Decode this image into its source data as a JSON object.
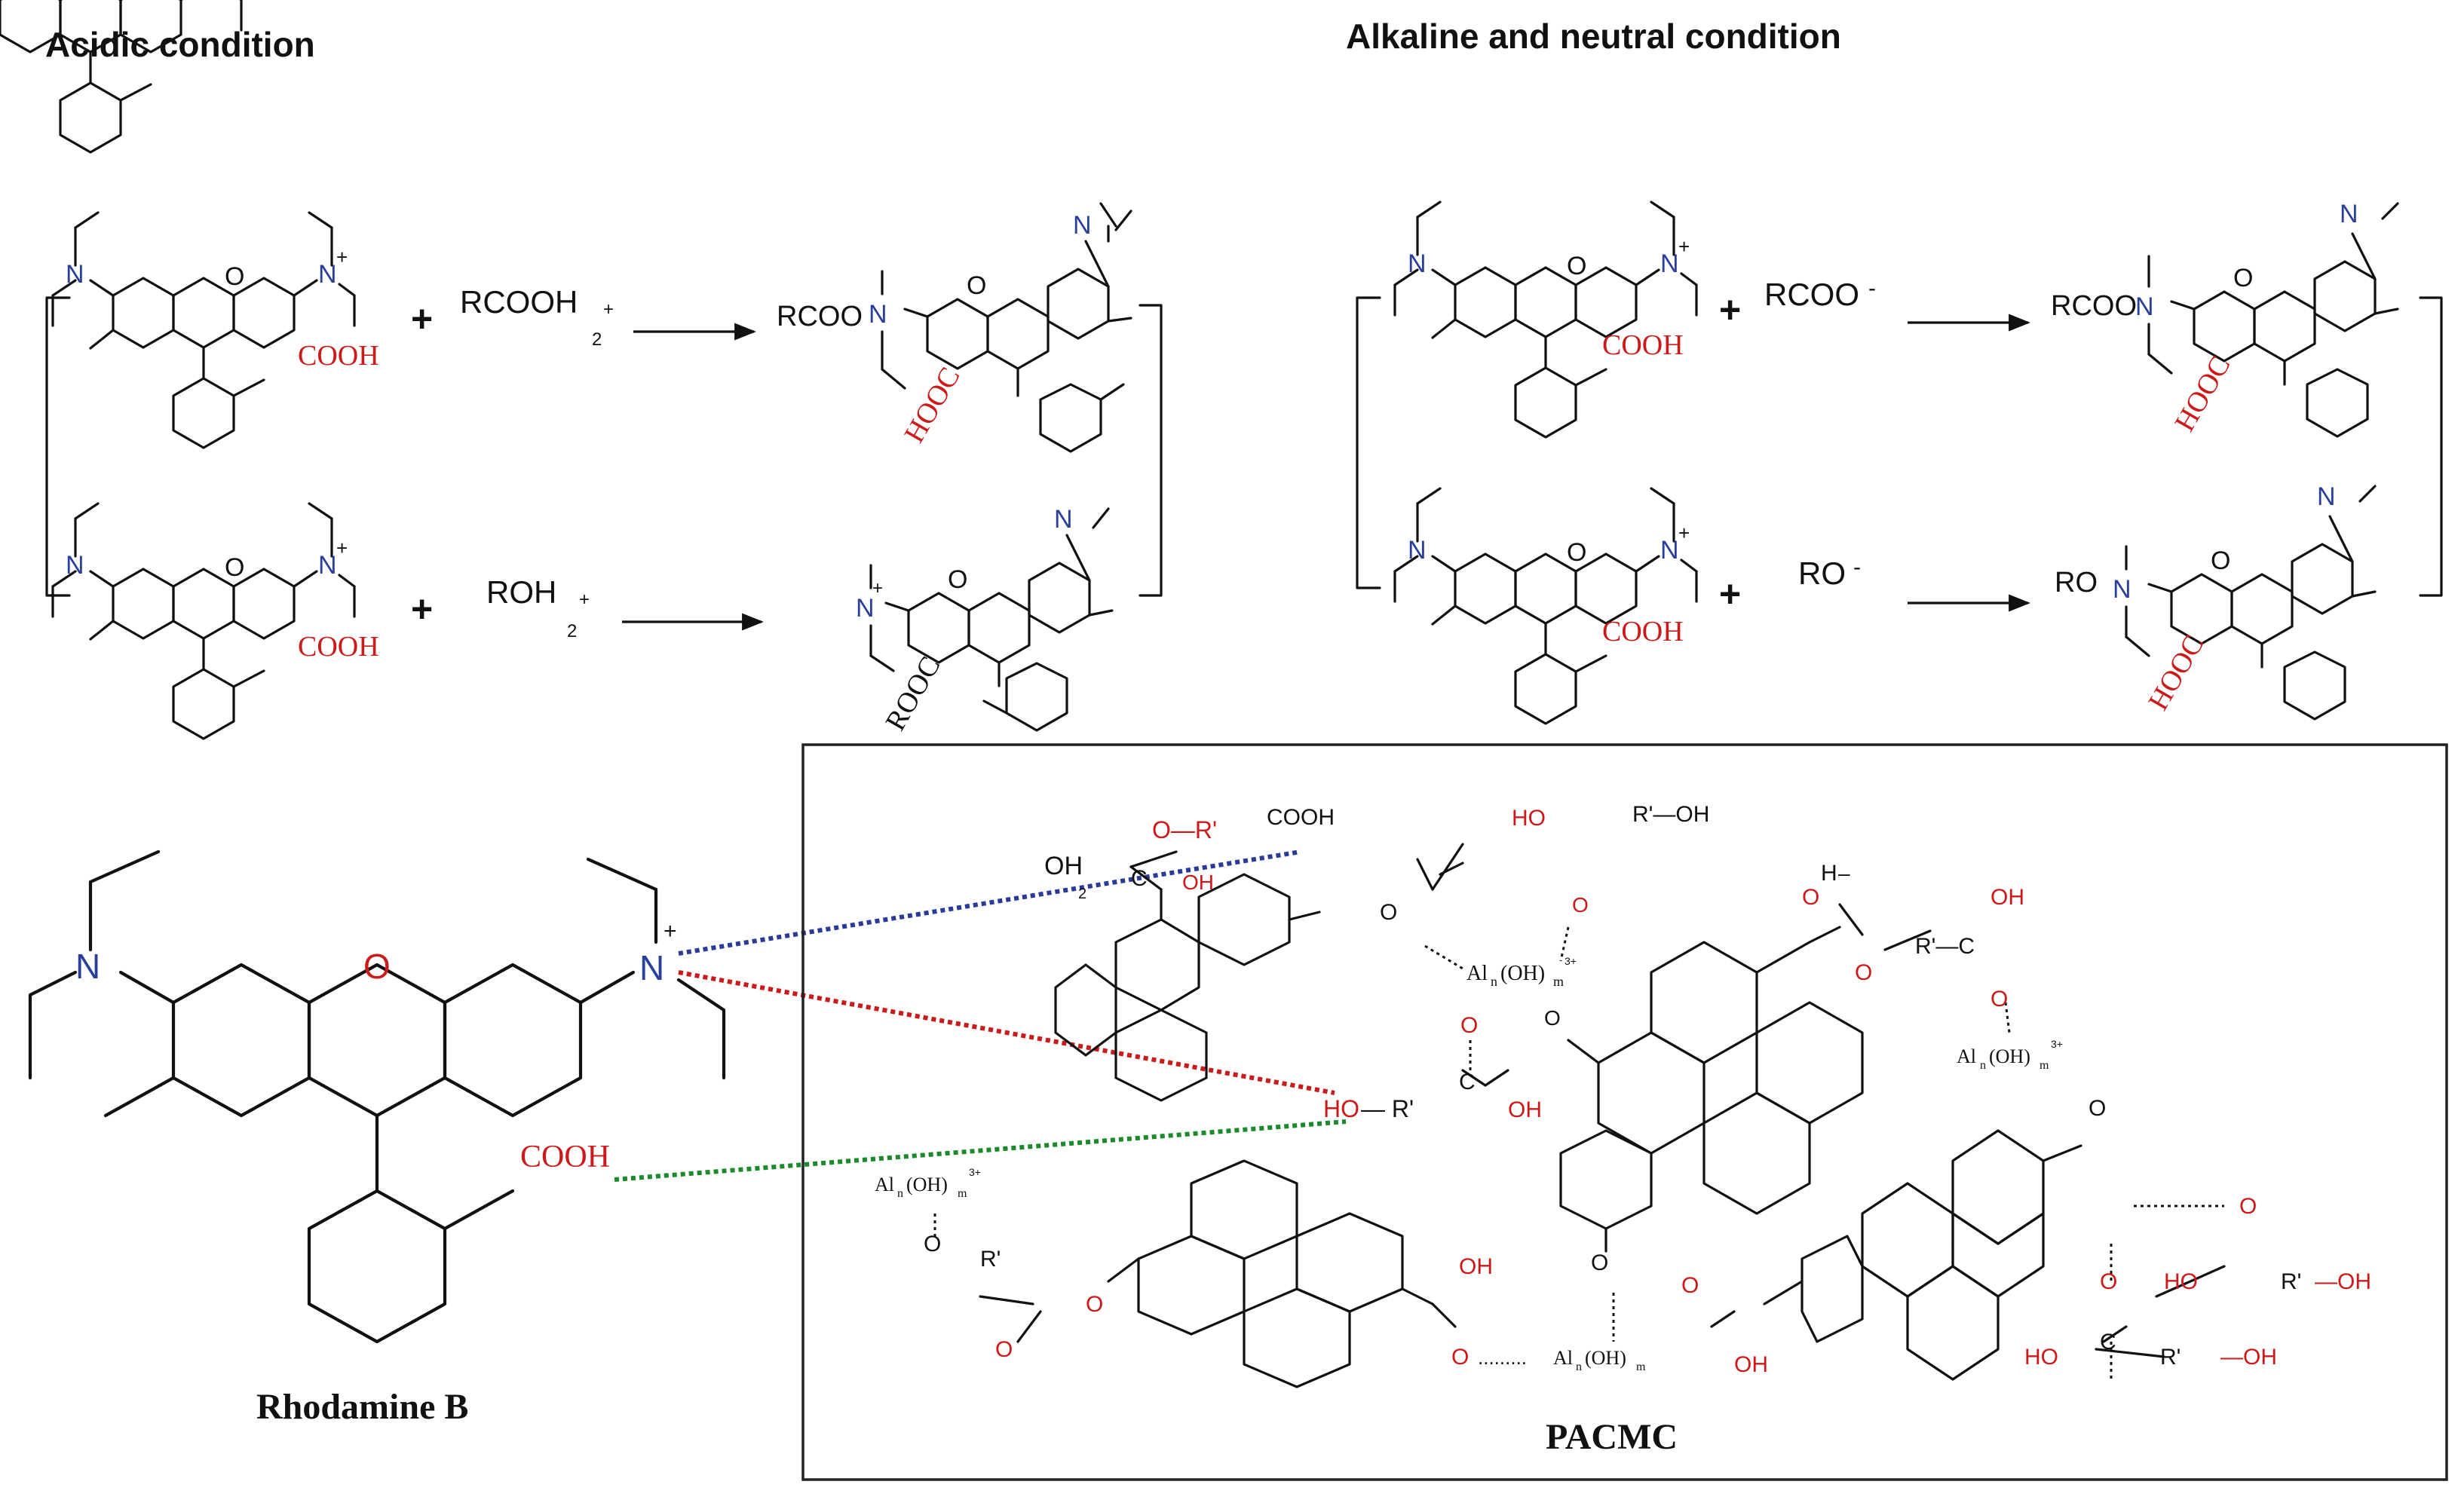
{
  "headings": {
    "acidic": "Acidic condition",
    "alkaline": "Alkaline and neutral condition"
  },
  "acidic": {
    "row1": {
      "reagent": "RCOOH",
      "reagent_plus": "+",
      "sub": "2",
      "product_left": "RCOO",
      "product_acid": "HOOC"
    },
    "row2": {
      "reagent": "ROH",
      "reagent_plus": "+",
      "sub": "2",
      "product_acid": "ROOC",
      "product_charge": "+"
    },
    "dye_acid": "COOH",
    "plus": "+",
    "n_charge": "+"
  },
  "alkaline": {
    "row1": {
      "reagent": "RCOO",
      "reagent_charge": "-",
      "product_left": "RCOO",
      "product_acid": "HOOC"
    },
    "row2": {
      "reagent": "RO",
      "reagent_charge": "-",
      "product_left": "RO",
      "product_acid": "HOOC"
    },
    "dye_acid": "COOH",
    "plus": "+",
    "n_charge": "+"
  },
  "atoms": {
    "O": "O",
    "N": "N"
  },
  "rhodamine": {
    "name": "Rhodamine B",
    "acid": "COOH",
    "n_charge": "+"
  },
  "pacmc": {
    "name": "PACMC",
    "labels": {
      "cooh_top": "COOH",
      "oh_top": "OH",
      "oh_top_sub": "2",
      "o_r_top": "O—R'",
      "c_top": "C",
      "oh_small": "OH",
      "ho_r_oh": "HO",
      "r_oh": "R'—OH",
      "h_minus": "H",
      "h_minus_sign": "–",
      "r_c": "R'—C",
      "o_dbl": "O",
      "al1": "Al",
      "al1_sub": "n",
      "al1_rest": "(OH)",
      "al1_m": "m",
      "al_charge": "3+",
      "ho_r_c_oh_ho": "HO",
      "ho_r_c_oh_r": "— R'",
      "ho_r_c_oh_oh": "OH",
      "o_left": "O",
      "r_prime": "R'",
      "o_bottom": "O",
      "oh_bottom": "OH",
      "dots_al": ".........",
      "ho_bot": "HO",
      "r_bot": "R'",
      "oh_bot": "—OH",
      "al_charge_2": "3+"
    }
  }
}
